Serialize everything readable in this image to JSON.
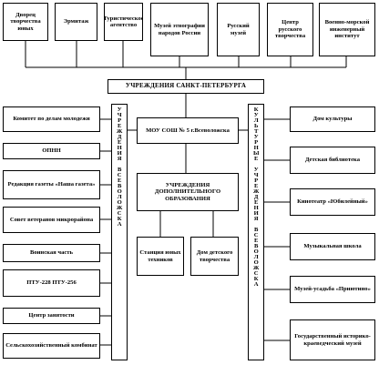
{
  "top_boxes": [
    "Дворец творчества юных",
    "Эрмитаж",
    "Туристическое агентство",
    "Музей этнографии народов России",
    "Русский музей",
    "Центр русского творчества",
    "Военно-морской инженерный институт"
  ],
  "center_title": "УЧРЕЖДЕНИЯ САНКТ-ПЕТЕРБУРГА",
  "left_vertical": "УЧРЕЖДЕНИЯ ВСЕВОЛОЖСКА",
  "right_vertical": "КУЛЬТУРНЫЕ УЧРЕЖДЕНИЯ ВСЕВОЛОЖСКА",
  "left_boxes": [
    "Комитет по делам молодежи",
    "ОПНН",
    "Редакция газеты «Наша газета»",
    "Совет ветеранов микрорайона",
    "Воинская часть",
    "ПТУ-228 ПТУ-256",
    "Центр занятости",
    "Сельскохозяйственный комбинат"
  ],
  "right_boxes": [
    "Дом культуры",
    "Детская библиотека",
    "Кинотеатр «Юбилейный»",
    "Музыкальная школа",
    "Музей-усадьба «Приютино»",
    "Государственный историко-краеведческий музей"
  ],
  "school": "МОУ СОШ № 5 г.Всеволожска",
  "additional": "УЧРЕЖДЕНИЯ ДОПОЛНИТЕЛЬНОГО ОБРАЗОВАНИЯ",
  "sub_boxes": [
    "Станция юных техников",
    "Дом детского творчества"
  ]
}
